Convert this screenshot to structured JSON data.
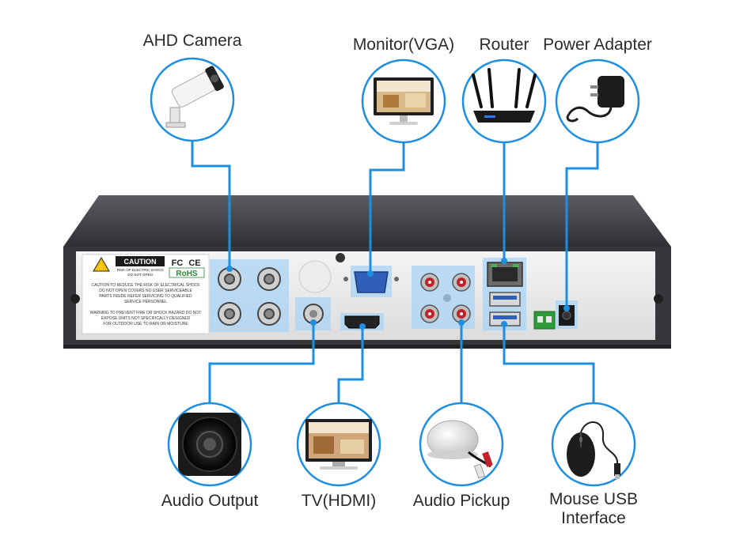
{
  "diagram": {
    "accent_color": "#1e8fe0",
    "device_color": "#3d3f44",
    "devices": [
      {
        "id": "ahd-camera",
        "label": "AHD Camera",
        "icon": "camera-icon"
      },
      {
        "id": "monitor",
        "label": "Monitor(VGA)",
        "icon": "monitor-icon"
      },
      {
        "id": "router",
        "label": "Router",
        "icon": "router-icon"
      },
      {
        "id": "power-adapter",
        "label": "Power Adapter",
        "icon": "power-adapter-icon"
      },
      {
        "id": "audio-output",
        "label": "Audio Output",
        "icon": "speaker-icon"
      },
      {
        "id": "tv",
        "label": "TV(HDMI)",
        "icon": "tv-icon"
      },
      {
        "id": "audio-pickup",
        "label": "Audio Pickup",
        "icon": "microphone-icon"
      },
      {
        "id": "mouse",
        "label_line1": "Mouse USB",
        "label_line2": "Interface",
        "icon": "mouse-icon"
      }
    ],
    "rear_panel": {
      "caution_title": "CAUTION",
      "caution_sub1": "RISK OF ELECTRIC SHOCK",
      "caution_sub2": "DO NOT OPEN",
      "cert_fc": "FC",
      "cert_ce": "CE",
      "cert_rohs": "RoHS",
      "warning_lines": [
        "CAUTION TO REDUCE THE RISK OF ELECTRICAL SHOCK",
        "DO NOT OPEN COVERS NO USER SERVICEABLE",
        "PARTS INSIDE REFER SERVICING TO QUALIFIED",
        "SERVICE PERSONNEL",
        "WARNING TO PREVENT FIRE OR SHOCK HAZARD DO NOT",
        "EXPOSE UNITS NOT SPECIFICALLY DESIGNED",
        "FOR OUTDOOR USE TO RAIN OR MOISTURE"
      ]
    }
  }
}
